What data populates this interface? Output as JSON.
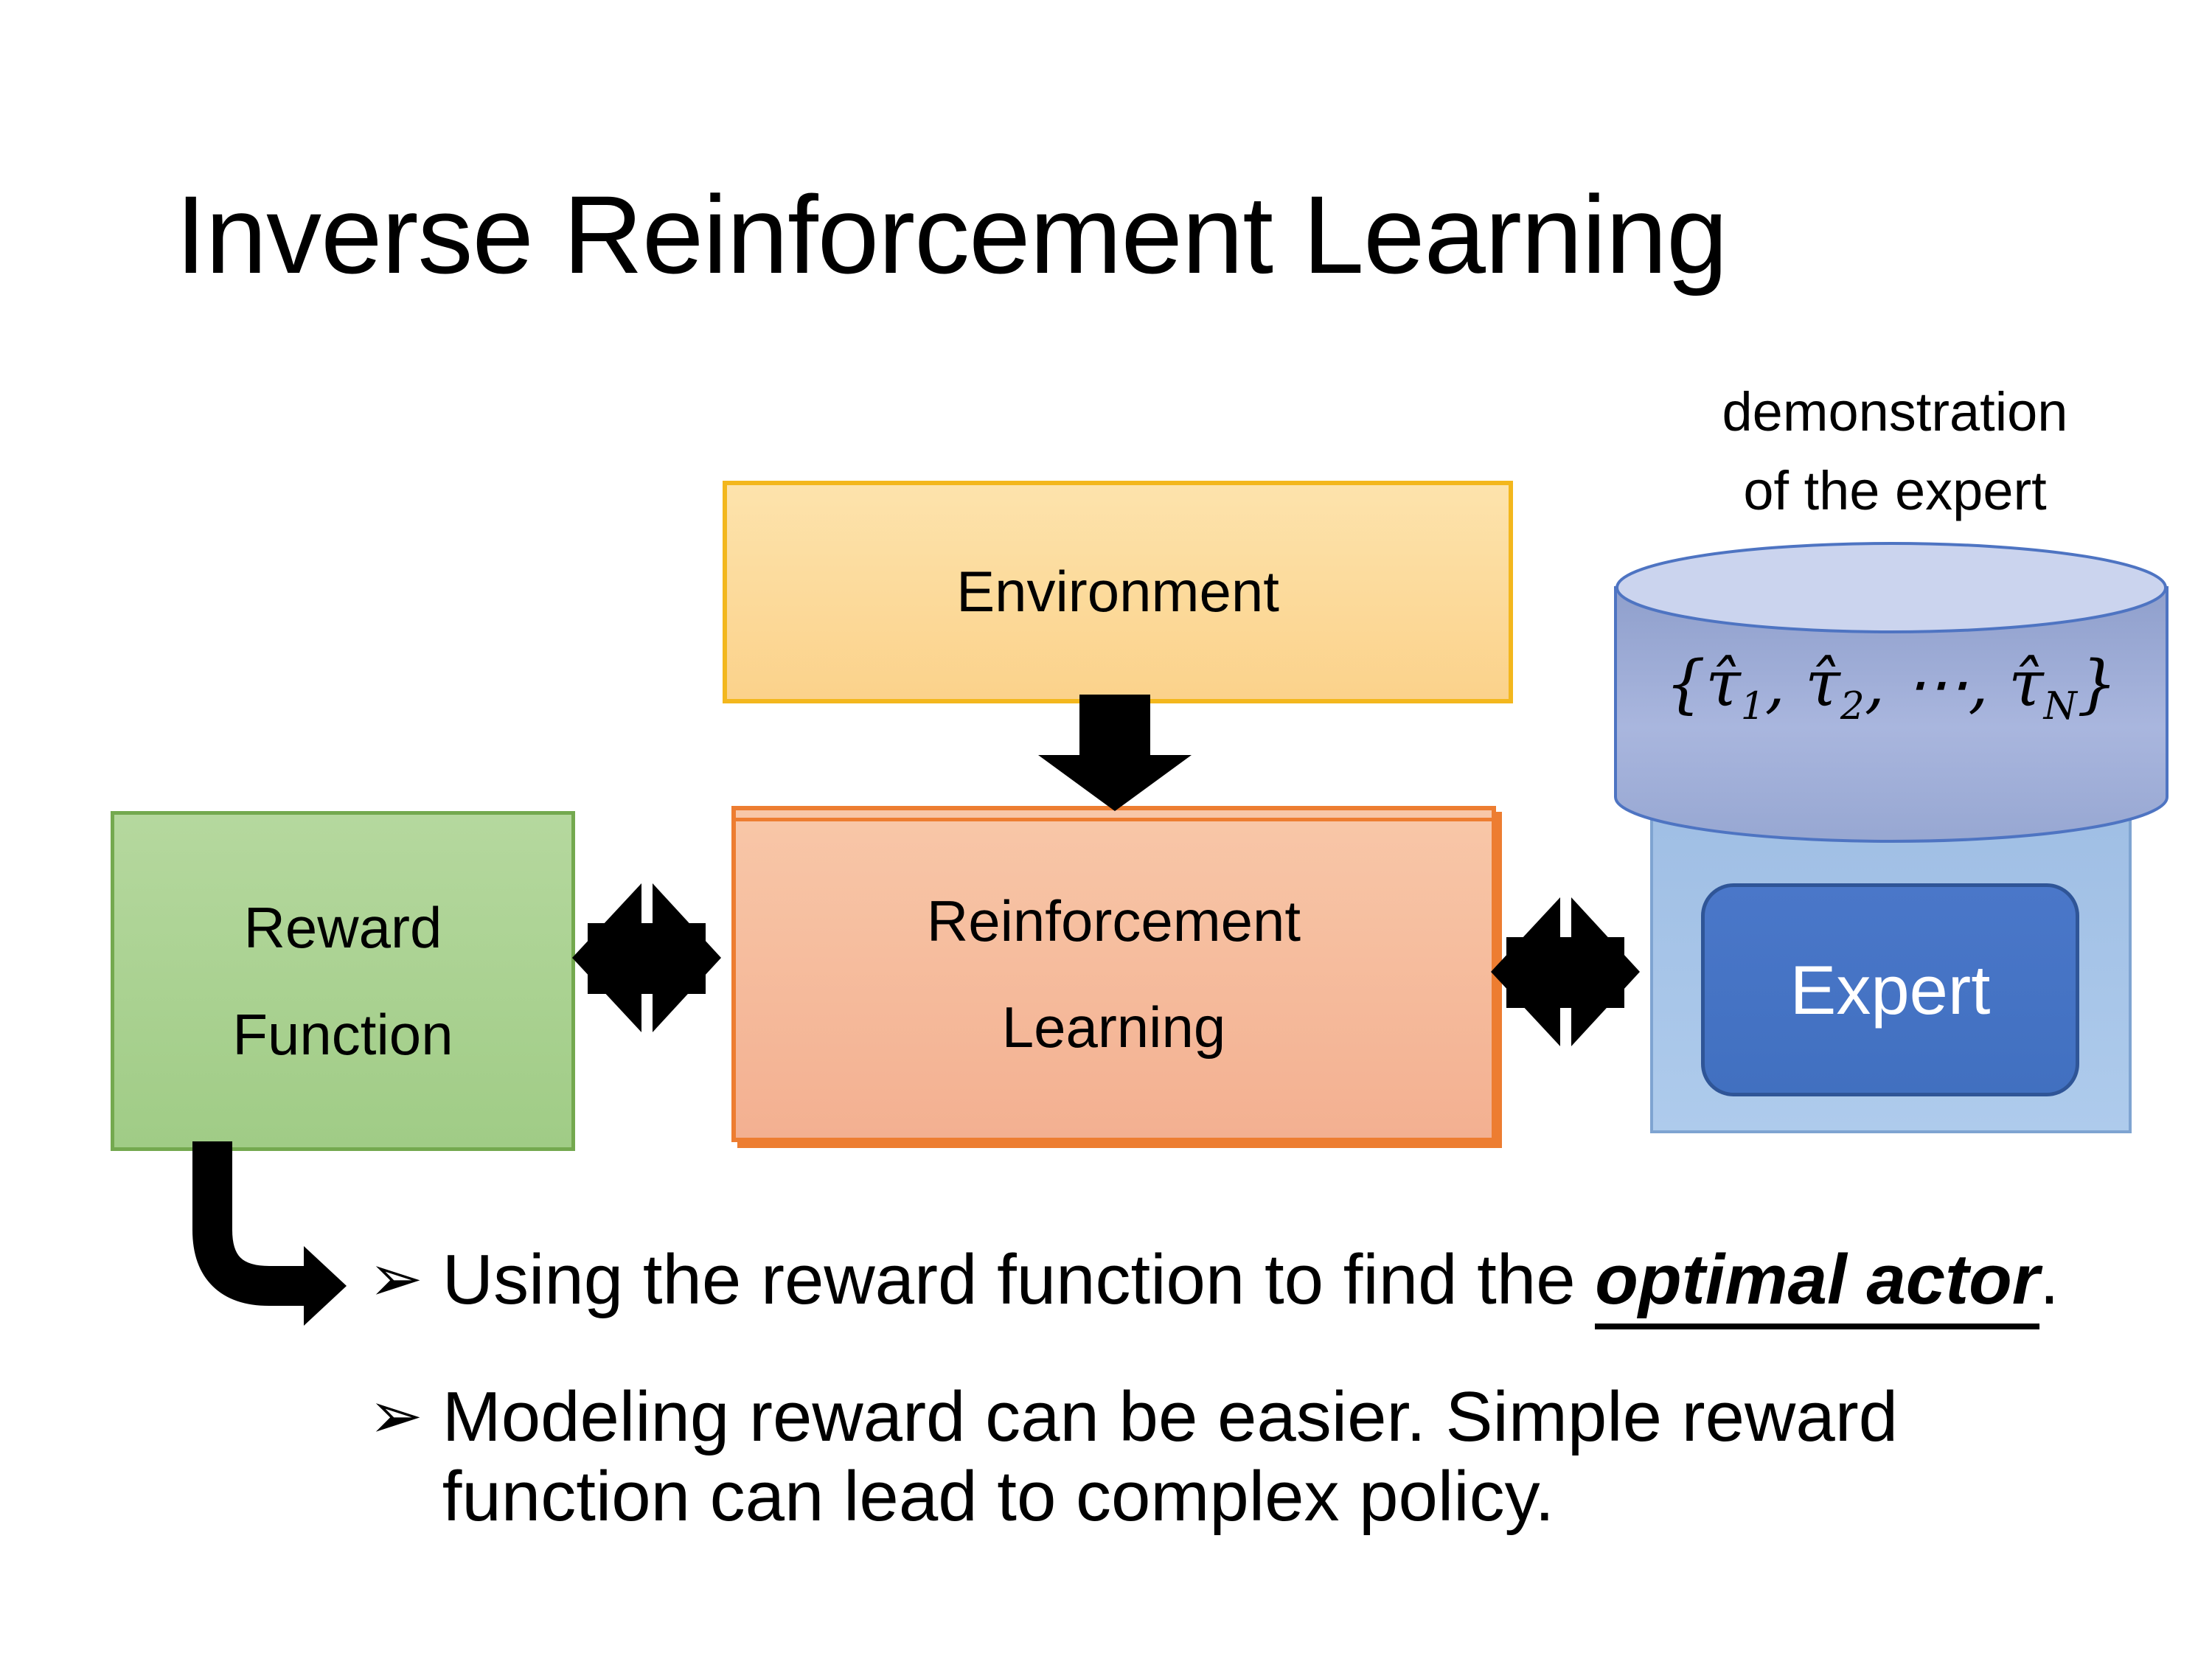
{
  "slide": {
    "title": "Inverse Reinforcement Learning",
    "demo_label": "demonstration\nof the expert",
    "boxes": {
      "environment": {
        "label": "Environment"
      },
      "reward_function": {
        "label": "Reward\nFunction"
      },
      "reinforcement_learning": {
        "label": "Reinforcement\nLearning"
      },
      "expert": {
        "label": "Expert"
      }
    },
    "formula": {
      "open": "{",
      "tau1": "τ̂",
      "sub1": "1",
      "comma1": ", ",
      "tau2": "τ̂",
      "sub2": "2",
      "comma2": ", ",
      "dots": "⋯",
      "comma3": ", ",
      "tau3": "τ̂",
      "sub3": "N",
      "close": "}"
    },
    "bullets": {
      "marker": "➢",
      "item1": {
        "pre": "Using the reward function to find the ",
        "em": "optimal actor",
        "post": "."
      },
      "item2": {
        "text": "Modeling reward can be easier. Simple reward\nfunction can lead to complex policy."
      }
    },
    "colors": {
      "environment_fill": "#FBD28B",
      "environment_border": "#F3B71D",
      "reward_fill": "#A9D18E",
      "reward_border": "#74A94F",
      "rl_fill": "#F5BB9C",
      "rl_border": "#ED7D31",
      "expert_panel_fill": "#A8C5E8",
      "expert_fill": "#4472C4",
      "expert_border": "#2F5597",
      "cylinder_fill": "#9FAED8",
      "cylinder_top_fill": "#CBD4EE",
      "cylinder_stroke": "#4E74C2",
      "arrow_color": "#000000"
    }
  }
}
